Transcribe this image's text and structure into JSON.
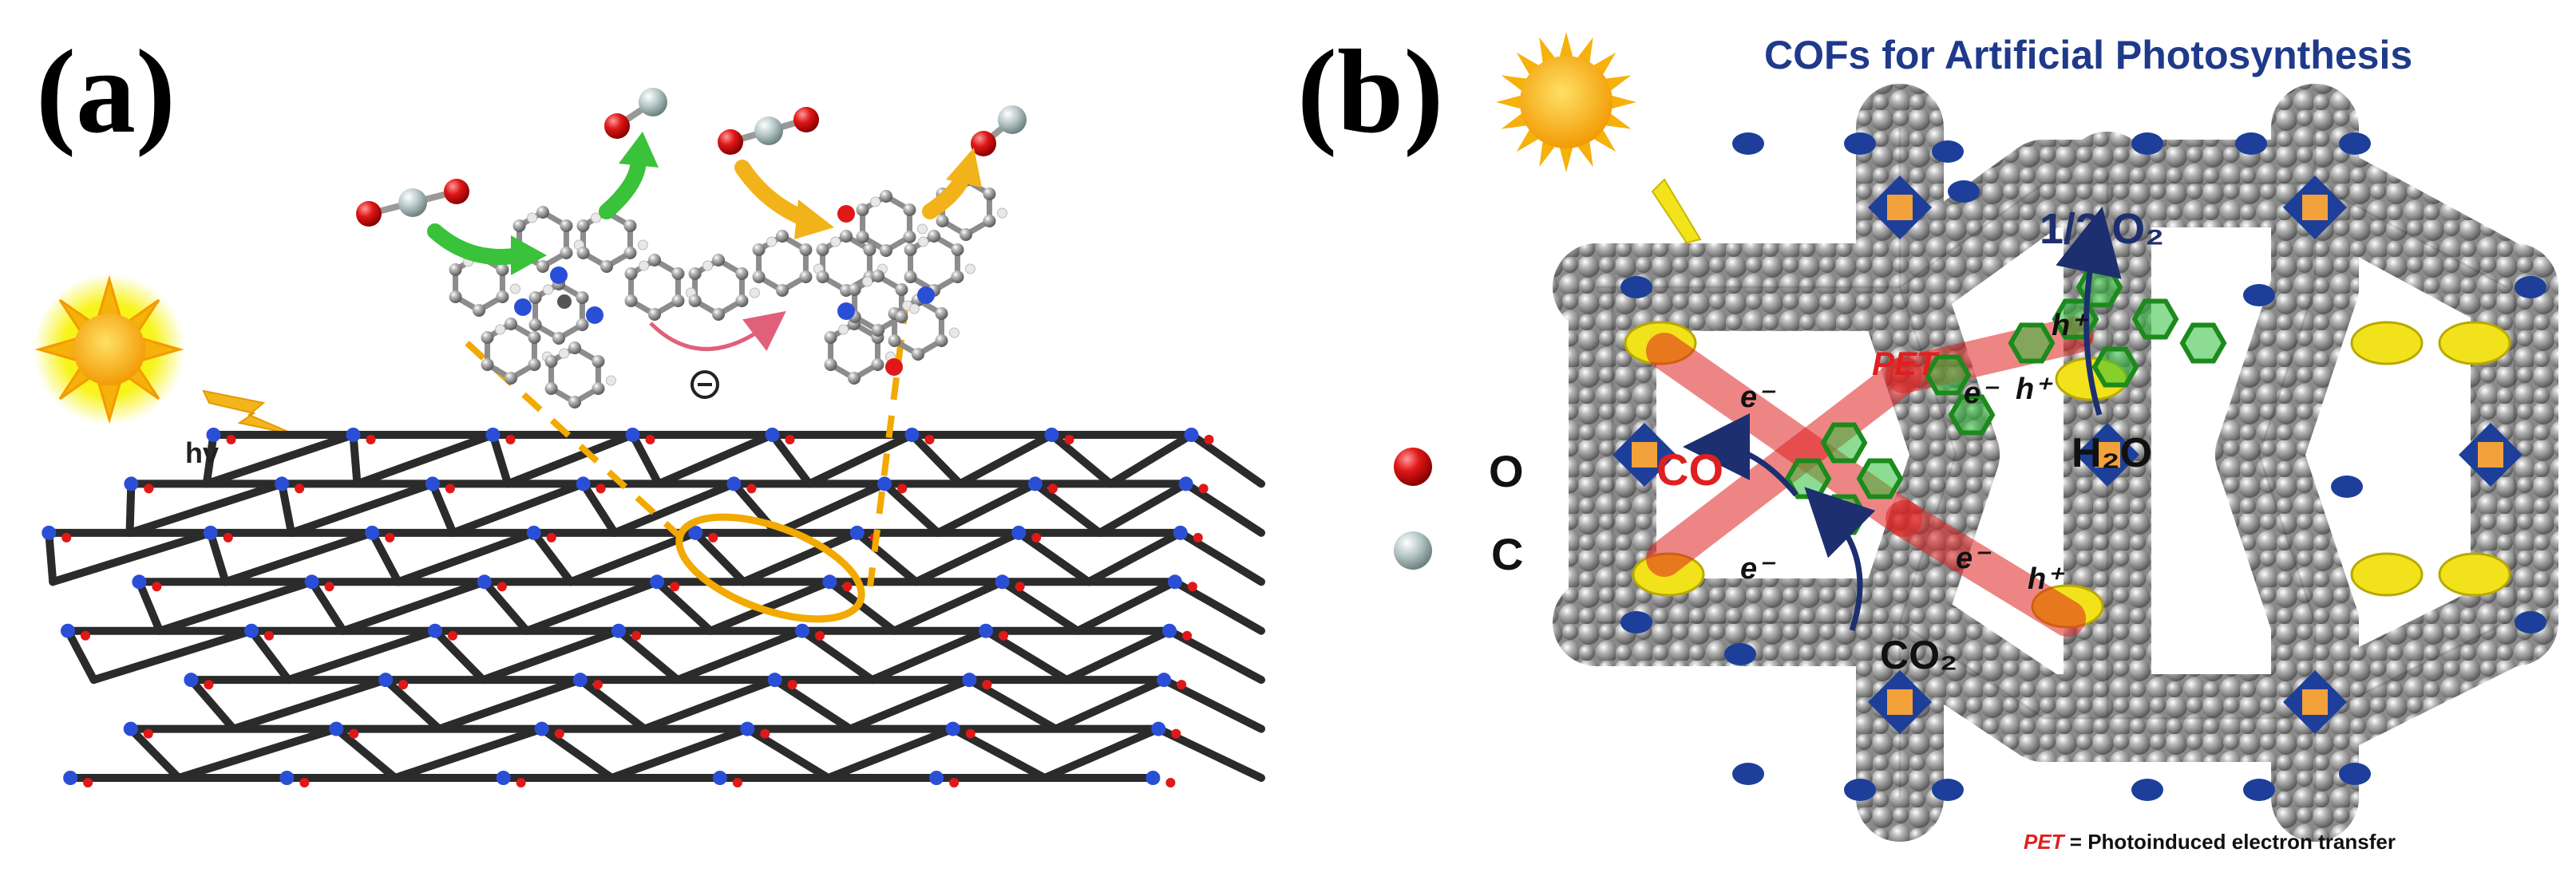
{
  "panel_a": {
    "label": "(a)",
    "hv_label": "hv",
    "charge_symbol": "⊖"
  },
  "panel_b": {
    "label": "(b)",
    "title": "COFs for Artificial Photosynthesis",
    "o2_label": "1/2 O₂",
    "h2o_label": "H₂O",
    "co_label": "CO",
    "co2_label": "CO₂",
    "pet_label": "PET",
    "electron_label": "e⁻",
    "hole_label": "h⁺",
    "footnote_abbr": "PET",
    "footnote_rest": " = Photoinduced electron transfer"
  },
  "legend": {
    "items": [
      {
        "symbol": "O",
        "color": "#e01818"
      },
      {
        "symbol": "C",
        "color": "#a9bcbc"
      }
    ]
  },
  "colors": {
    "sun": "#f6b10a",
    "sun_glow": "#f7f200",
    "arrow_green": "#39c23a",
    "arrow_orange": "#f2b21a",
    "dash_orange": "#f2a900",
    "pet_red": "#e02020",
    "cof_gray": "#8e8e8e",
    "cof_yellow": "#f1e21b",
    "cof_blue": "#1d3f99",
    "title_blue": "#1f3a8a"
  }
}
